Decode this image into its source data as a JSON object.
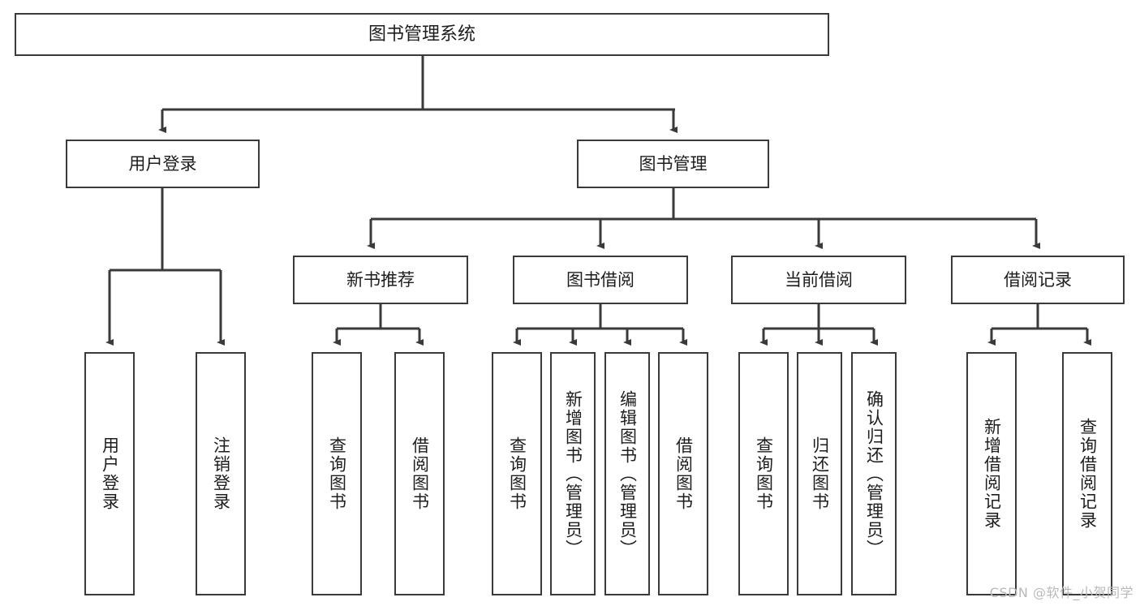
{
  "diagram": {
    "title": "图书管理系统",
    "type": "hierarchy-tree",
    "watermark": "CSDN @软件_小贺同学",
    "colors": {
      "box_border": "#3a3a3a",
      "box_fill": "#ffffff",
      "connector": "#3a3a3a",
      "text": "#1d1d1d",
      "watermark": "#b9b9b9"
    },
    "nodes": {
      "root": {
        "label": "图书管理系统"
      },
      "level1": [
        {
          "label": "用户登录"
        },
        {
          "label": "图书管理"
        }
      ],
      "level2": [
        {
          "label": "新书推荐"
        },
        {
          "label": "图书借阅"
        },
        {
          "label": "当前借阅"
        },
        {
          "label": "借阅记录"
        }
      ],
      "leaves": {
        "user_login": [
          {
            "label": "用户登录"
          },
          {
            "label": "注销登录"
          }
        ],
        "new_book": [
          {
            "label": "查询图书"
          },
          {
            "label": "借阅图书"
          }
        ],
        "book_borrow": [
          {
            "label": "查询图书"
          },
          {
            "label": "新增图书（管理员）"
          },
          {
            "label": "编辑图书（管理员）"
          },
          {
            "label": "借阅图书"
          }
        ],
        "current_borrow": [
          {
            "label": "查询图书"
          },
          {
            "label": "归还图书"
          },
          {
            "label": "确认归还（管理员）"
          }
        ],
        "borrow_record": [
          {
            "label": "新增借阅记录"
          },
          {
            "label": "查询借阅记录"
          }
        ]
      }
    }
  }
}
